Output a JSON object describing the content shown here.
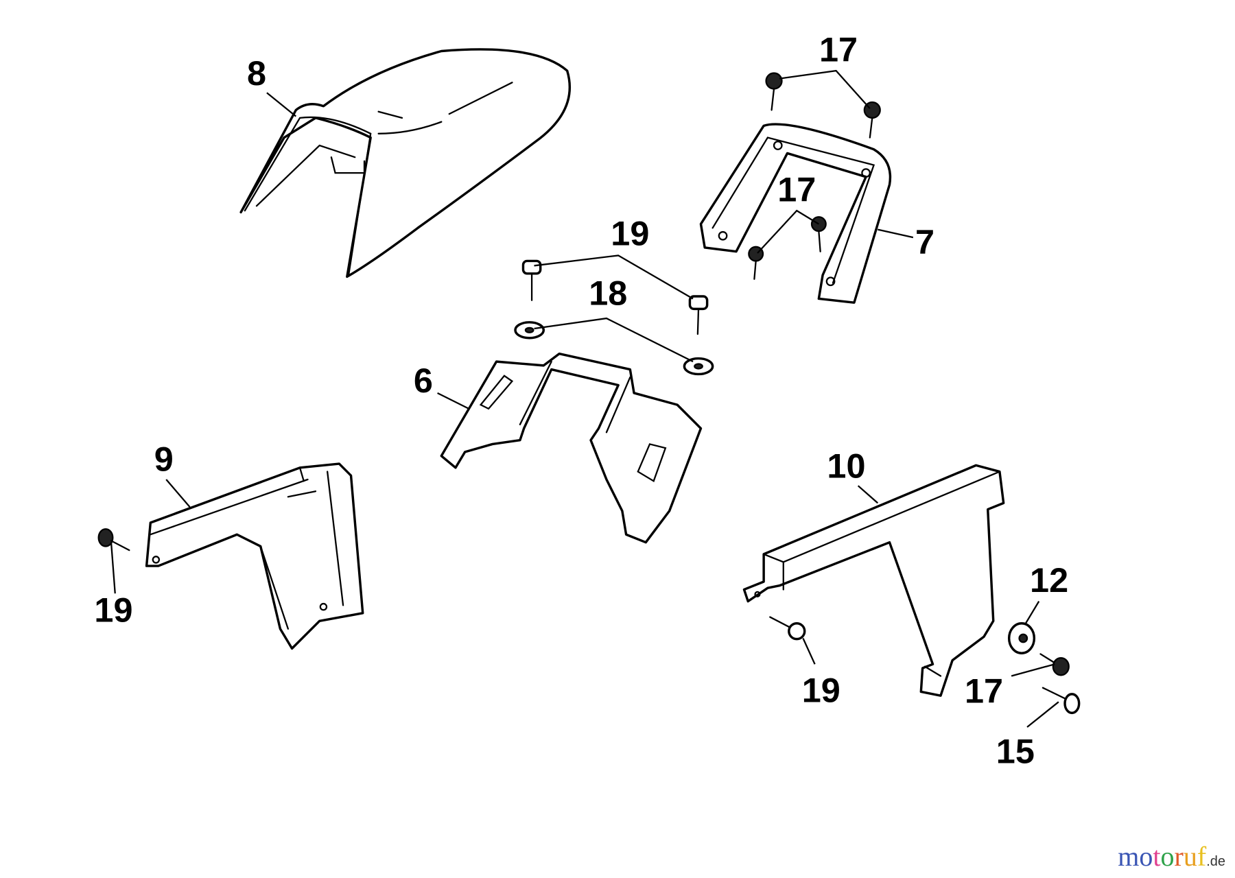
{
  "diagram": {
    "labels": [
      "8",
      "17",
      "17",
      "7",
      "19",
      "18",
      "6",
      "9",
      "19",
      "10",
      "12",
      "19",
      "17",
      "15"
    ]
  },
  "watermark": {
    "letters": [
      "m",
      "o",
      "t",
      "o",
      "r",
      "u",
      "f"
    ],
    "tld": ".de",
    "colors": [
      "#3a55b4",
      "#3a55b4",
      "#e0408f",
      "#2fa24a",
      "#e05a28",
      "#e8a020",
      "#e8c020"
    ]
  }
}
